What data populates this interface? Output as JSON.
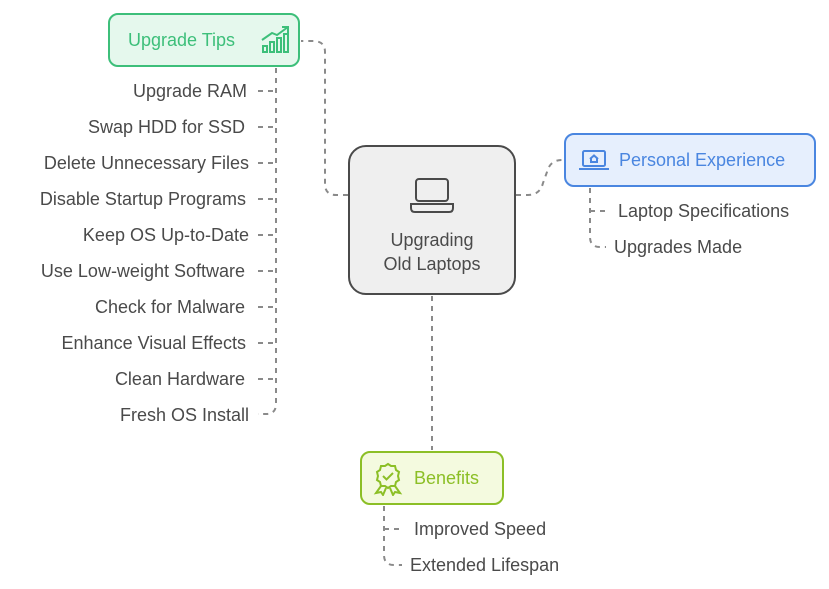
{
  "center": {
    "label_line1": "Upgrading",
    "label_line2": "Old Laptops",
    "icon": "laptop-icon"
  },
  "upgrade_tips": {
    "title": "Upgrade Tips",
    "icon": "growth-chart-icon",
    "color": "#3dbf7a",
    "items": [
      "Upgrade RAM",
      "Swap HDD for SSD",
      "Delete Unnecessary Files",
      "Disable Startup Programs",
      "Keep OS Up-to-Date",
      "Use Low-weight Software",
      "Check for Malware",
      "Enhance Visual Effects",
      "Clean Hardware",
      "Fresh OS Install"
    ]
  },
  "personal_experience": {
    "title": "Personal Experience",
    "icon": "laptop-home-icon",
    "color": "#4a86e0",
    "items": [
      "Laptop Specifications",
      "Upgrades Made"
    ]
  },
  "benefits": {
    "title": "Benefits",
    "icon": "award-badge-icon",
    "color": "#8cbf26",
    "items": [
      "Improved Speed",
      "Extended Lifespan"
    ]
  }
}
